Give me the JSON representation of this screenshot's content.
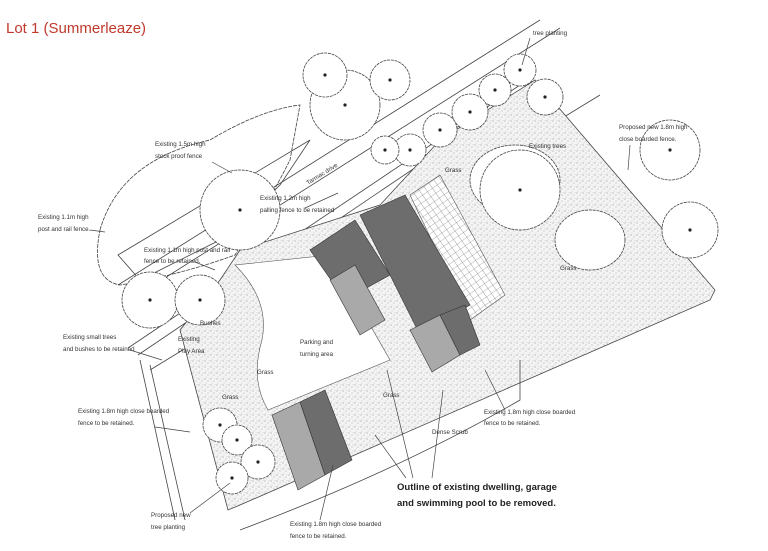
{
  "title": "Lot 1 (Summerleaze)",
  "labels": {
    "tree_planting_top": "tree planting",
    "proposed_fence_1": "Proposed new 1.8m high",
    "proposed_fence_2": "close boarded fence.",
    "existing_trees": "Existing trees",
    "stock_fence_1": "Existing 1.5m high",
    "stock_fence_2": "stock proof fence",
    "palling_1": "Existing 1.2m high",
    "palling_2": "palling fence to be retained",
    "tarmac": "Tarmac drive",
    "post_rail_1": "Existing 1.1m high",
    "post_rail_2": "post and rail fence.",
    "post_rail_ret_1": "Existing 1.1m high post and rail",
    "post_rail_ret_2": "fence to be retained.",
    "bushes": "Bushes",
    "small_trees_1": "Existing small trees",
    "small_trees_2": "and bushes to be retained",
    "play_1": "Existing",
    "play_2": "Play Area",
    "parking_1": "Parking and",
    "parking_2": "turning area",
    "grass_a": "Grass",
    "grass_b": "Grass",
    "grass_c": "Grass",
    "grass_d": "Grass",
    "grass_e": "Grass",
    "fence_left_1": "Existing 1.8m high close boarded",
    "fence_left_2": "fence to be retained.",
    "fence_right_1": "Existing 1.8m high close boarded",
    "fence_right_2": "fence to be retained.",
    "fence_bottom_1": "Existing 1.8m high close boarded",
    "fence_bottom_2": "fence to be retained.",
    "dense_scrub": "Dense Scrub",
    "outline_1": "Outline of existing dwelling, garage",
    "outline_2": "and swimming pool to be removed.",
    "proposed_tree_1": "Proposed new",
    "proposed_tree_2": "tree planting"
  },
  "colors": {
    "title": "#c0392b",
    "roof_dark": "#6d6d6d",
    "roof_light": "#a9a9a9"
  }
}
